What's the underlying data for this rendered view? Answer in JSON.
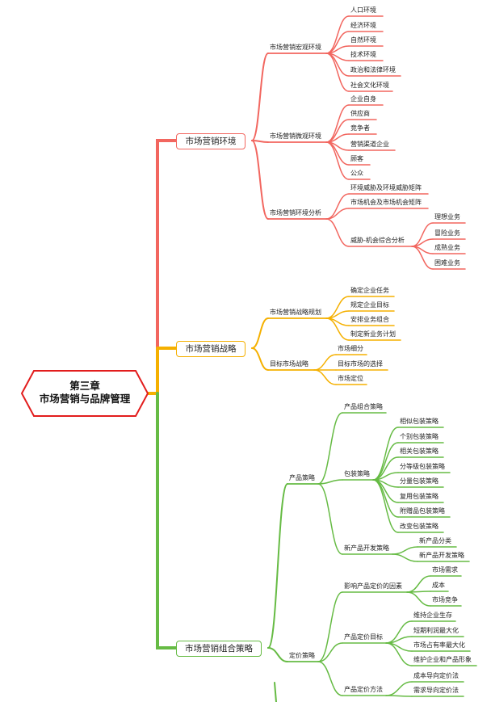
{
  "root": {
    "line1": "第三章",
    "line2": "市场营销与品牌管理"
  },
  "colors": {
    "red": "#f2665f",
    "orange": "#f5b000",
    "green": "#66bb44",
    "root_border": "#e21d1d"
  },
  "branches": [
    {
      "label": "市场营销环境",
      "color": "red",
      "children": [
        {
          "label": "市场营销宏观环境",
          "children": [
            {
              "label": "人口环境"
            },
            {
              "label": "经济环境"
            },
            {
              "label": "自然环境"
            },
            {
              "label": "技术环境"
            },
            {
              "label": "政治和法律环境"
            },
            {
              "label": "社会文化环境"
            }
          ]
        },
        {
          "label": "市场营销微观环境",
          "children": [
            {
              "label": "企业自身"
            },
            {
              "label": "供应商"
            },
            {
              "label": "竞争者"
            },
            {
              "label": "营销渠道企业"
            },
            {
              "label": "顾客"
            },
            {
              "label": "公众"
            }
          ]
        },
        {
          "label": "市场营销环境分析",
          "children": [
            {
              "label": "环境威胁及环境威胁矩阵"
            },
            {
              "label": "市场机会及市场机会矩阵"
            },
            {
              "label": "威胁-机会综合分析",
              "children": [
                {
                  "label": "理想业务"
                },
                {
                  "label": "冒险业务"
                },
                {
                  "label": "成熟业务"
                },
                {
                  "label": "困难业务"
                }
              ]
            }
          ]
        }
      ]
    },
    {
      "label": "市场营销战略",
      "color": "orange",
      "children": [
        {
          "label": "市场营销战略规划",
          "children": [
            {
              "label": "确定企业任务"
            },
            {
              "label": "规定企业目标"
            },
            {
              "label": "安排业务组合"
            },
            {
              "label": "制定新业务计划"
            }
          ]
        },
        {
          "label": "目标市场战略",
          "children": [
            {
              "label": "市场细分"
            },
            {
              "label": "目标市场的选择"
            },
            {
              "label": "市场定位"
            }
          ]
        }
      ]
    },
    {
      "label": "市场营销组合策略",
      "color": "green",
      "children": [
        {
          "label": "产品策略",
          "children": [
            {
              "label": "产品组合策略"
            },
            {
              "label": "包装策略",
              "children": [
                {
                  "label": "相似包装策略"
                },
                {
                  "label": "个别包装策略"
                },
                {
                  "label": "相关包装策略"
                },
                {
                  "label": "分等级包装策略"
                },
                {
                  "label": "分量包装策略"
                },
                {
                  "label": "复用包装策略"
                },
                {
                  "label": "附赠品包装策略"
                },
                {
                  "label": "改变包装策略"
                }
              ]
            },
            {
              "label": "新产品开发策略",
              "children": [
                {
                  "label": "新产品分类"
                },
                {
                  "label": "新产品开发策略"
                }
              ]
            }
          ]
        },
        {
          "label": "定价策略",
          "children": [
            {
              "label": "影响产品定价的因素",
              "children": [
                {
                  "label": "市场需求"
                },
                {
                  "label": "成本"
                },
                {
                  "label": "市场竞争"
                }
              ]
            },
            {
              "label": "产品定价目标",
              "children": [
                {
                  "label": "维持企业生存"
                },
                {
                  "label": "短期利润最大化"
                },
                {
                  "label": "市场占有率最大化"
                },
                {
                  "label": "维护企业和产品形象"
                }
              ]
            },
            {
              "label": "产品定价方法",
              "children": [
                {
                  "label": "成本导向定价法"
                },
                {
                  "label": "需求导向定价法"
                }
              ]
            }
          ]
        }
      ]
    }
  ]
}
